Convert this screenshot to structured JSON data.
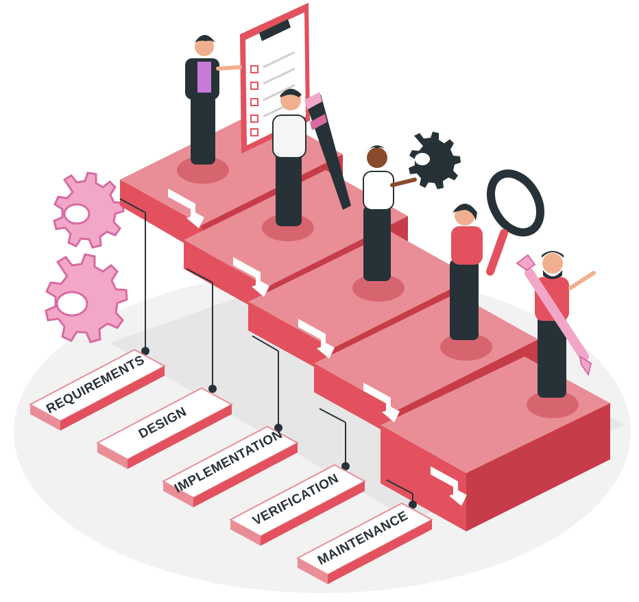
{
  "diagram": {
    "stages": [
      {
        "label": "REQUIREMENTS"
      },
      {
        "label": "DESIGN"
      },
      {
        "label": "IMPLEMENTATION"
      },
      {
        "label": "VERIFICATION"
      },
      {
        "label": "MAINTENANCE"
      }
    ]
  },
  "colors": {
    "stair_top": "#e98e96",
    "stair_front": "#e2515d",
    "stair_side": "#c63c48",
    "gear_light": "#f2a7c9",
    "gear_dark": "#d76aa2",
    "label_text": "#263238",
    "label_edge": "#e98e96",
    "dark_clothes": "#263238",
    "skin_light": "#f0b08f",
    "skin_dark": "#8a4a2c",
    "ground": "#ececec"
  },
  "icons": {
    "clipboard": "clipboard-icon",
    "pencil": "pencil-icon",
    "gear": "gear-icon",
    "magnifier": "magnifier-icon",
    "wrench": "wrench-icon"
  }
}
